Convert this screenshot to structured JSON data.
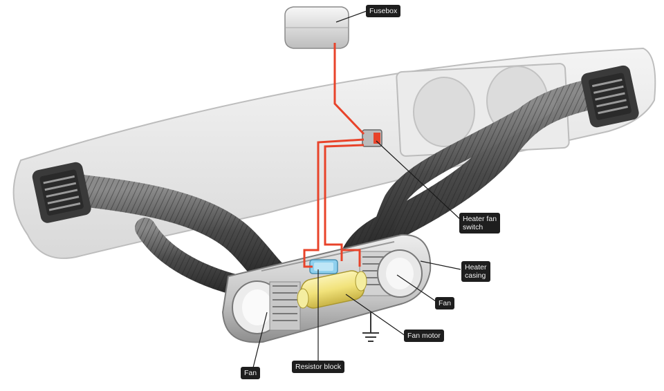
{
  "labels": {
    "fusebox": "Fusebox",
    "heater_fan_switch_line1": "Heater fan",
    "heater_fan_switch_line2": "switch",
    "heater_casing_line1": "Heater",
    "heater_casing_line2": "casing",
    "fan_right": "Fan",
    "fan_motor": "Fan motor",
    "resistor_block": "Resistor block",
    "fan_left": "Fan"
  },
  "colors": {
    "wire": "#e8432a",
    "label_bg": "#1e1e1e",
    "label_text": "#f2f2f2",
    "dashboard": "#e9e9e9",
    "hose": "#5a5a5a",
    "casing": "#cfcfcf",
    "fan_motor": "#f1e27a",
    "resistor": "#8fd0ee"
  }
}
